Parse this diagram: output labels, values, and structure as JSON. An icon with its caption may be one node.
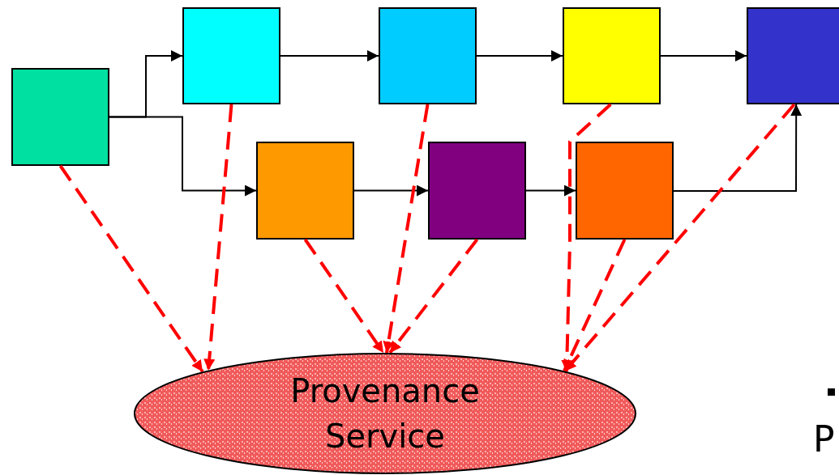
{
  "diagram": {
    "nodes": [
      {
        "text": [],
        "shape": "box"
      },
      {
        "text": [],
        "shape": "box"
      },
      {
        "text": [],
        "shape": "box"
      },
      {
        "text": [],
        "shape": "box"
      },
      {
        "text": [],
        "shape": "box"
      },
      {
        "text": [],
        "shape": "box"
      },
      {
        "text": [],
        "shape": "box"
      },
      {
        "text": [],
        "shape": "box"
      },
      {
        "text": [
          "Provenance Service"
        ]
      }
    ],
    "edges": [
      {
        "from": 0,
        "to": 1,
        "arrow": "to"
      },
      {
        "from": 0,
        "to": 5,
        "arrow": "to"
      },
      {
        "from": 1,
        "to": 2,
        "arrow": "to"
      },
      {
        "from": 2,
        "to": 3,
        "arrow": "to"
      },
      {
        "from": 3,
        "to": 4,
        "arrow": "to"
      },
      {
        "from": 5,
        "to": 6,
        "arrow": "to"
      },
      {
        "from": 6,
        "to": 7,
        "arrow": "to"
      },
      {
        "from": 7,
        "to": 4,
        "arrow": "to"
      },
      {
        "from": 0,
        "to": 8,
        "arrow": "to",
        "style": "dashed",
        "color": "#ff0000"
      },
      {
        "from": 1,
        "to": 8,
        "arrow": "to",
        "style": "dashed",
        "color": "#ff0000"
      },
      {
        "from": 5,
        "to": 8,
        "arrow": "to",
        "style": "dashed",
        "color": "#ff0000"
      },
      {
        "from": 2,
        "to": 8,
        "arrow": "to",
        "style": "dashed",
        "color": "#ff0000"
      },
      {
        "from": 6,
        "to": 8,
        "arrow": "to",
        "style": "dashed",
        "color": "#ff0000"
      },
      {
        "from": 3,
        "to": 8,
        "arrow": "to",
        "style": "dashed",
        "color": "#ff0000"
      },
      {
        "from": 7,
        "to": 8,
        "arrow": "to",
        "style": "dashed",
        "color": "#ff0000"
      },
      {
        "from": 4,
        "to": 8,
        "arrow": "to",
        "style": "dashed",
        "color": "#ff0000"
      }
    ],
    "labels": [
      "P"
    ]
  }
}
